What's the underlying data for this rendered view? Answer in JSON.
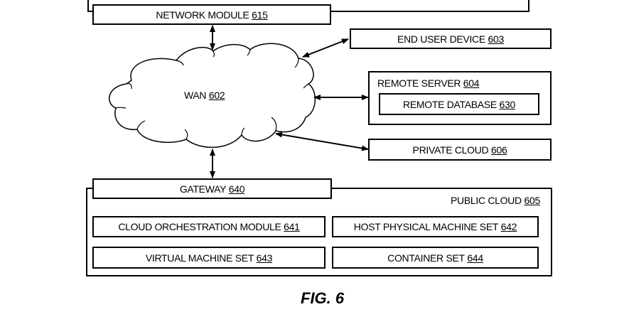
{
  "figure": {
    "caption": "FIG. 6"
  },
  "nodes": {
    "network_module": {
      "name": "NETWORK MODULE",
      "ref": "615"
    },
    "wan": {
      "name": "WAN",
      "ref": "602"
    },
    "end_user_device": {
      "name": "END USER DEVICE",
      "ref": "603"
    },
    "remote_server": {
      "name": "REMOTE SERVER",
      "ref": "604"
    },
    "remote_database": {
      "name": "REMOTE DATABASE",
      "ref": "630"
    },
    "private_cloud": {
      "name": "PRIVATE CLOUD",
      "ref": "606"
    },
    "gateway": {
      "name": "GATEWAY",
      "ref": "640"
    },
    "public_cloud": {
      "name": "PUBLIC CLOUD",
      "ref": "605"
    },
    "cloud_orchestration_module": {
      "name": "CLOUD ORCHESTRATION MODULE",
      "ref": "641"
    },
    "host_physical_machine_set": {
      "name": "HOST PHYSICAL MACHINE SET",
      "ref": "642"
    },
    "virtual_machine_set": {
      "name": "VIRTUAL MACHINE SET",
      "ref": "643"
    },
    "container_set": {
      "name": "CONTAINER SET",
      "ref": "644"
    }
  },
  "connections": [
    {
      "from": "network_module",
      "to": "wan",
      "bidirectional": true
    },
    {
      "from": "wan",
      "to": "end_user_device",
      "bidirectional": true
    },
    {
      "from": "wan",
      "to": "remote_server",
      "bidirectional": true
    },
    {
      "from": "wan",
      "to": "private_cloud",
      "bidirectional": true
    },
    {
      "from": "wan",
      "to": "gateway",
      "bidirectional": true
    }
  ]
}
